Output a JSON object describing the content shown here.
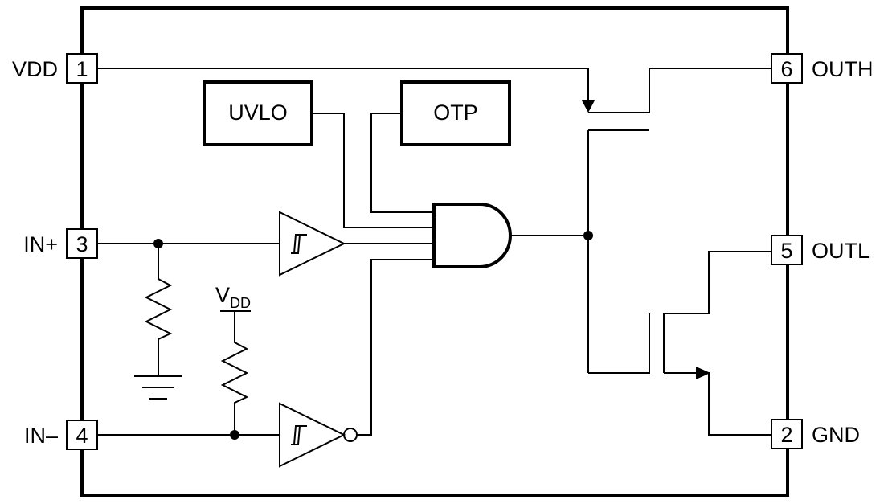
{
  "pins": {
    "vdd": {
      "name": "VDD",
      "number": "1"
    },
    "inp": {
      "name": "IN+",
      "number": "3"
    },
    "inn": {
      "name": "IN–",
      "number": "4"
    },
    "outh": {
      "name": "OUTH",
      "number": "6"
    },
    "outl": {
      "name": "OUTL",
      "number": "5"
    },
    "gnd": {
      "name": "GND",
      "number": "2"
    }
  },
  "blocks": {
    "uvlo": "UVLO",
    "otp": "OTP"
  },
  "pullup": {
    "label_main": "V",
    "label_sub": "DD"
  }
}
